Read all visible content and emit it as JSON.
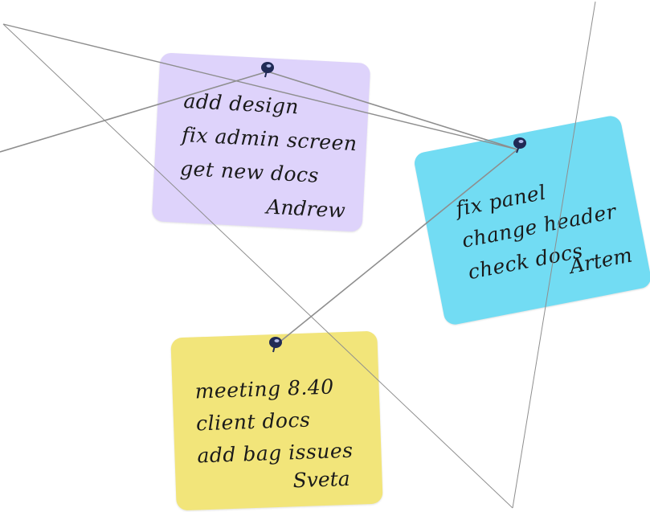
{
  "notes": [
    {
      "color": "#ded3fb",
      "lines": [
        "add design",
        "fix admin screen",
        "get new docs"
      ],
      "author": "Andrew"
    },
    {
      "color": "#72dcf3",
      "lines": [
        "fix panel",
        "change header",
        "check docs"
      ],
      "author": "Artem"
    },
    {
      "color": "#f2e57a",
      "lines": [
        "meeting 8.40",
        "client docs",
        "add bag issues"
      ],
      "author": "Sveta"
    }
  ],
  "colors": {
    "string": "#8e8e8e",
    "pin_head": "#202a55",
    "pin_highlight": "#aeb8e6"
  },
  "icons": {
    "pin": "push-pin-icon"
  }
}
